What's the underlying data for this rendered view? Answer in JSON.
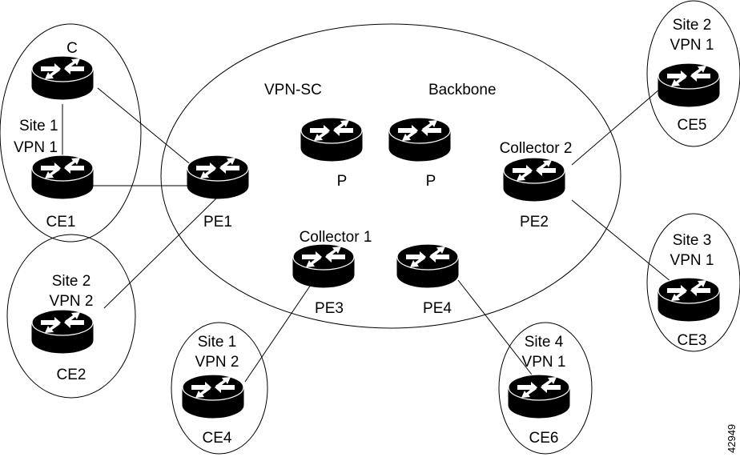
{
  "regions": {
    "backbone_left_label": "VPN-SC",
    "backbone_right_label": "Backbone"
  },
  "sites": {
    "s1v1_top": "C",
    "s1v1_line1": "Site 1",
    "s1v1_line2": "VPN 1",
    "s1v1_bottom": "CE1",
    "s2v2_line1": "Site 2",
    "s2v2_line2": "VPN 2",
    "s2v2_bottom": "CE2",
    "s1v2_line1": "Site 1",
    "s1v2_line2": "VPN 2",
    "s1v2_bottom": "CE4",
    "s4v1_line1": "Site 4",
    "s4v1_line2": "VPN 1",
    "s4v1_bottom": "CE6",
    "s2v1_line1": "Site 2",
    "s2v1_line2": "VPN 1",
    "s2v1_bottom": "CE5",
    "s3v1_line1": "Site 3",
    "s3v1_line2": "VPN 1",
    "s3v1_bottom": "CE3"
  },
  "routers": {
    "pe1": "PE1",
    "p_left": "P",
    "p_right": "P",
    "collector2": "Collector 2",
    "pe2": "PE2",
    "collector1": "Collector 1",
    "pe3": "PE3",
    "pe4": "PE4"
  },
  "figure_id": "42949"
}
